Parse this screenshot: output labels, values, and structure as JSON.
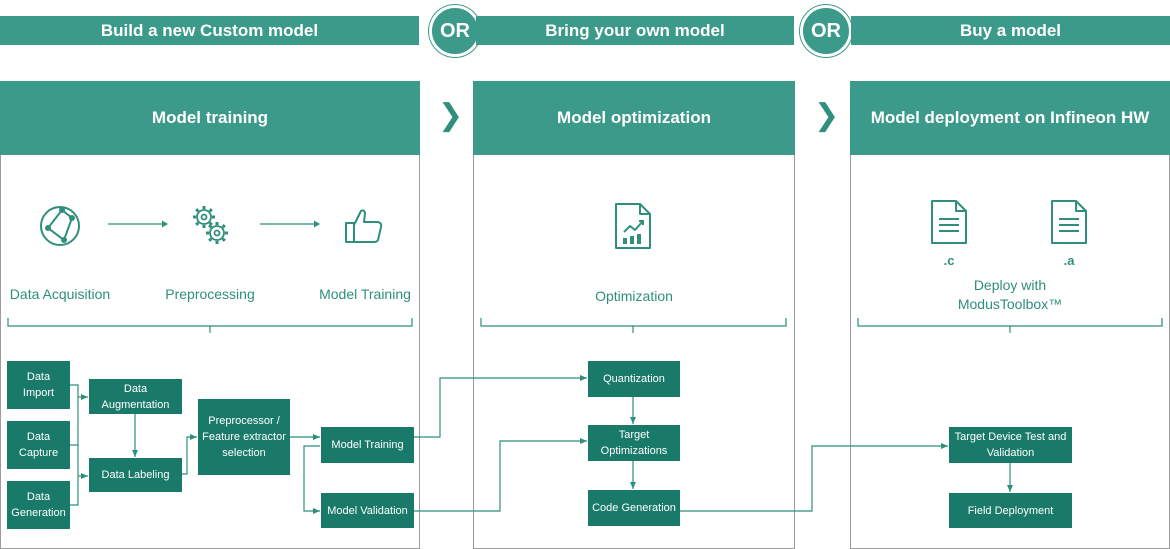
{
  "banners": {
    "custom": "Build a new Custom model",
    "own": "Bring your own model",
    "buy": "Buy a model",
    "or1": "OR",
    "or2": "OR"
  },
  "panels": {
    "training": {
      "title": "Model training",
      "stages": [
        "Data Acquisition",
        "Preprocessing",
        "Model Training"
      ]
    },
    "optimization": {
      "title": "Model optimization",
      "stage": "Optimization"
    },
    "deployment": {
      "title": "Model deployment on Infineon HW",
      "file_c": ".c",
      "file_a": ".a",
      "deploy_line1": "Deploy with",
      "deploy_line2": "ModusToolbox™"
    }
  },
  "chevrons": [
    "❯",
    "❯"
  ],
  "flow": {
    "data_import": "Data Import",
    "data_capture": "Data Capture",
    "data_generation": "Data Generation",
    "data_augmentation": "Data Augmentation",
    "data_labeling": "Data Labeling",
    "preprocessor": "Preprocessor / Feature extractor selection",
    "model_training": "Model Training",
    "model_validation": "Model Validation",
    "quantization": "Quantization",
    "target_optimizations": "Target Optimizations",
    "code_generation": "Code Generation",
    "target_device": "Target Device Test and Validation",
    "field_deployment": "Field Deployment"
  },
  "colors": {
    "teal": "#3b9a89",
    "dark_teal": "#1a7a6a",
    "icon": "#2f8f7c",
    "border": "#9c9c9c"
  }
}
